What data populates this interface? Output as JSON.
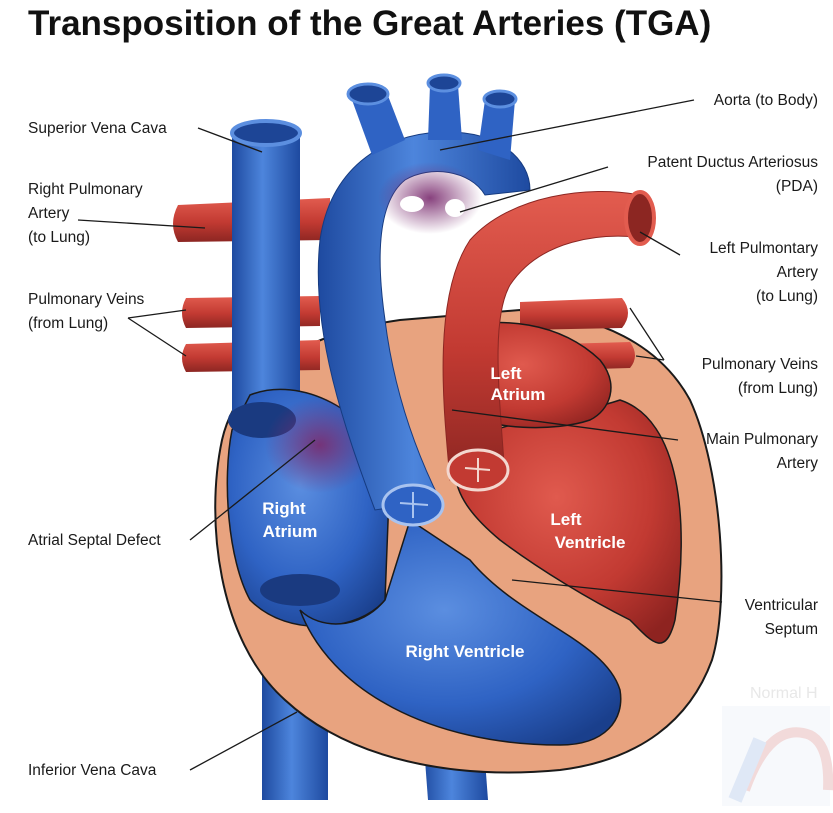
{
  "title": "Transposition of the Great Arteries (TGA)",
  "labels": {
    "svc": "Superior Vena Cava",
    "rpa": [
      "Right Pulmonary",
      "Artery",
      "(to Lung)"
    ],
    "pv_left": [
      "Pulmonary Veins",
      "(from Lung)"
    ],
    "asd": "Atrial Septal Defect",
    "ivc": "Inferior Vena Cava",
    "aorta": "Aorta (to Body)",
    "pda": [
      "Patent Ductus Arteriosus",
      "(PDA)"
    ],
    "lpa": [
      "Left Pulmontary",
      "Artery",
      "(to Lung)"
    ],
    "pv_right": [
      "Pulmonary Veins",
      "(from Lung)"
    ],
    "mpa": [
      "Main Pulmonary",
      "Artery"
    ],
    "septum": [
      "Ventricular",
      "Septum"
    ]
  },
  "chambers": {
    "left_atrium": [
      "Left",
      "Atrium"
    ],
    "right_atrium": [
      "Right",
      "Atrium"
    ],
    "left_ventricle": [
      "Left",
      "Ventricle"
    ],
    "right_ventricle": "Right Ventricle"
  },
  "watermark": "Normal H",
  "colors": {
    "deoxygenated_blue": "#2f63c4",
    "oxygenated_red": "#c23a32",
    "tissue": "#e8a37f",
    "mixing_purple": "#6a2f7a"
  }
}
